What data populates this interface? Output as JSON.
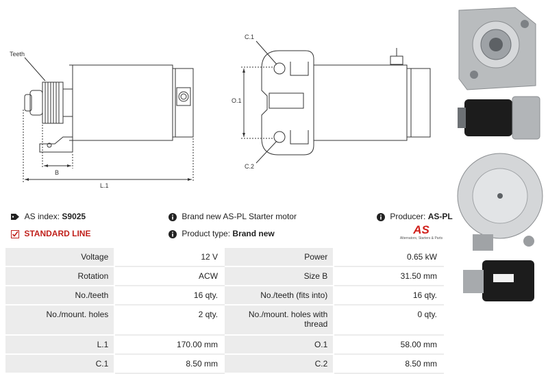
{
  "diagram": {
    "teeth_label": "Teeth",
    "b_label": "B",
    "l1_label": "L.1",
    "c1_label": "C.1",
    "c2_label": "C.2",
    "o1_label": "O.1"
  },
  "info": {
    "as_index_label": "AS index:",
    "as_index_value": "S9025",
    "standard_line": "STANDARD LINE",
    "description": "Brand new AS-PL Starter motor",
    "product_type_label": "Product type:",
    "product_type_value": "Brand new",
    "producer_label": "Producer:",
    "producer_value": "AS-PL"
  },
  "logo": {
    "mark": "AS",
    "tagline": "Alternators, Starters & Parts",
    "color": "#d0201b"
  },
  "specs": [
    {
      "l1": "Voltage",
      "v1": "12 V",
      "l2": "Power",
      "v2": "0.65 kW"
    },
    {
      "l1": "Rotation",
      "v1": "ACW",
      "l2": "Size B",
      "v2": "31.50 mm"
    },
    {
      "l1": "No./teeth",
      "v1": "16 qty.",
      "l2": "No./teeth (fits into)",
      "v2": "16 qty."
    },
    {
      "l1": "No./mount. holes",
      "v1": "2 qty.",
      "l2": "No./mount. holes with thread",
      "v2": "0 qty."
    },
    {
      "l1": "L.1",
      "v1": "170.00 mm",
      "l2": "O.1",
      "v2": "58.00 mm"
    },
    {
      "l1": "C.1",
      "v1": "8.50 mm",
      "l2": "C.2",
      "v2": "8.50 mm"
    }
  ]
}
